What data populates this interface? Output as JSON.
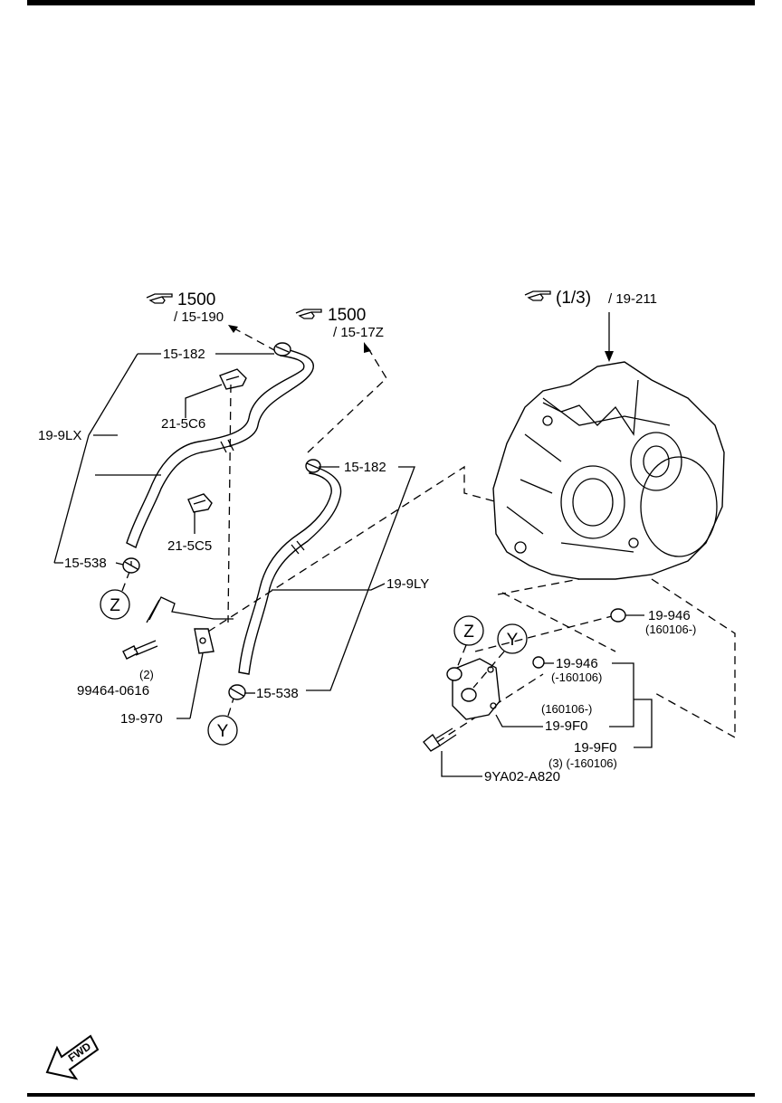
{
  "colors": {
    "ink": "#000000",
    "paper": "#ffffff"
  },
  "icons": {
    "reference": "pointing-hand-icon",
    "direction": "fwd-arrow-icon"
  },
  "refs": [
    {
      "num": "1500",
      "sub": "/ 15-190"
    },
    {
      "num": "1500",
      "sub": "/ 15-17Z"
    },
    {
      "num": "(1/3)",
      "sub": "/ 19-211"
    }
  ],
  "labels": {
    "p15_182_a": "15-182",
    "p21_5c6": "21-5C6",
    "p19_9lx": "19-9LX",
    "p15_182_b": "15-182",
    "p21_5c5": "21-5C5",
    "p15_538_a": "15-538",
    "p19_9ly": "19-9LY",
    "bolt_qty_a": "(2)",
    "p99464": "99464-0616",
    "p19_970": "19-970",
    "p15_538_b": "15-538",
    "p19_946_a": "19-946",
    "p19_946_a_code": "(160106-)",
    "p19_946_b": "19-946",
    "p19_946_b_code": "(-160106)",
    "p19_9f0_a_code": "(160106-)",
    "p19_9f0_a": "19-9F0",
    "p19_9f0_b": "19-9F0",
    "bolt_qty_b": "(3)  (-160106)",
    "p9ya02": "9YA02-A820",
    "fwd": "FWD"
  },
  "markers": {
    "z": "Z",
    "y": "Y"
  }
}
